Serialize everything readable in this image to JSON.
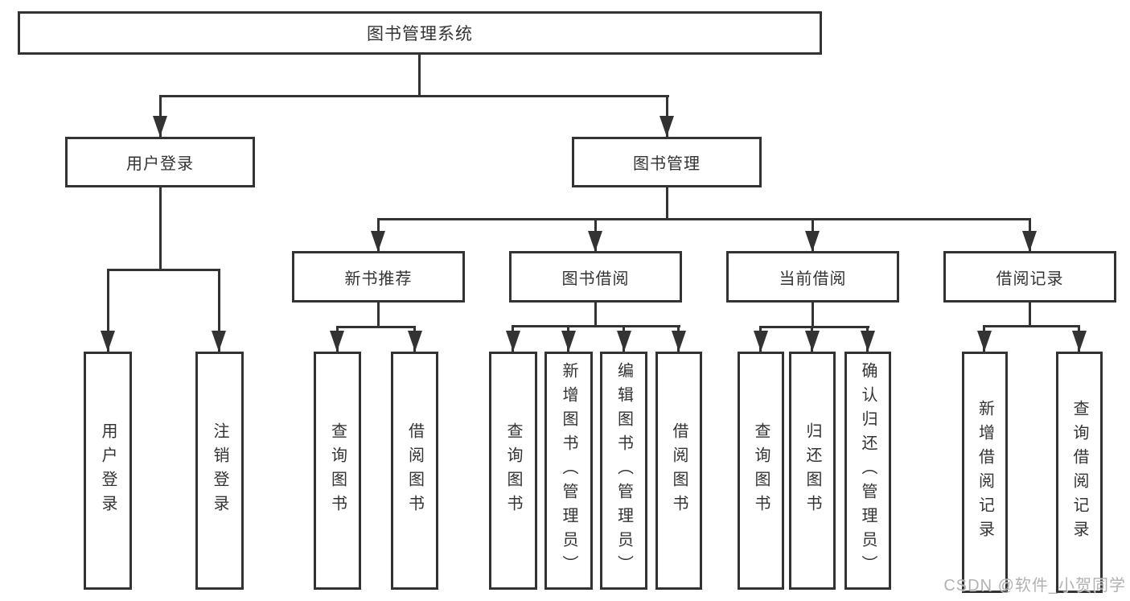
{
  "nodes": {
    "root": "图书管理系统",
    "level2": [
      "用户登录",
      "图书管理"
    ],
    "level3": [
      "新书推荐",
      "图书借阅",
      "当前借阅",
      "借阅记录"
    ],
    "leaves_user_login": [
      "用户登录",
      "注销登录"
    ],
    "leaves_new_book": [
      "查询图书",
      "借阅图书"
    ],
    "leaves_book_borrow": [
      "查询图书",
      "新增图书（管理员）",
      "编辑图书（管理员）",
      "借阅图书"
    ],
    "leaves_current_borrow": [
      "查询图书",
      "归还图书",
      "确认归还（管理员）"
    ],
    "leaves_borrow_record": [
      "新增借阅记录",
      "查询借阅记录"
    ]
  },
  "watermark": "CSDN @软件_小贺同学",
  "colors": {
    "line": "#333333",
    "text": "#333333",
    "background": "#ffffff",
    "watermark": "#a5a5a5"
  }
}
